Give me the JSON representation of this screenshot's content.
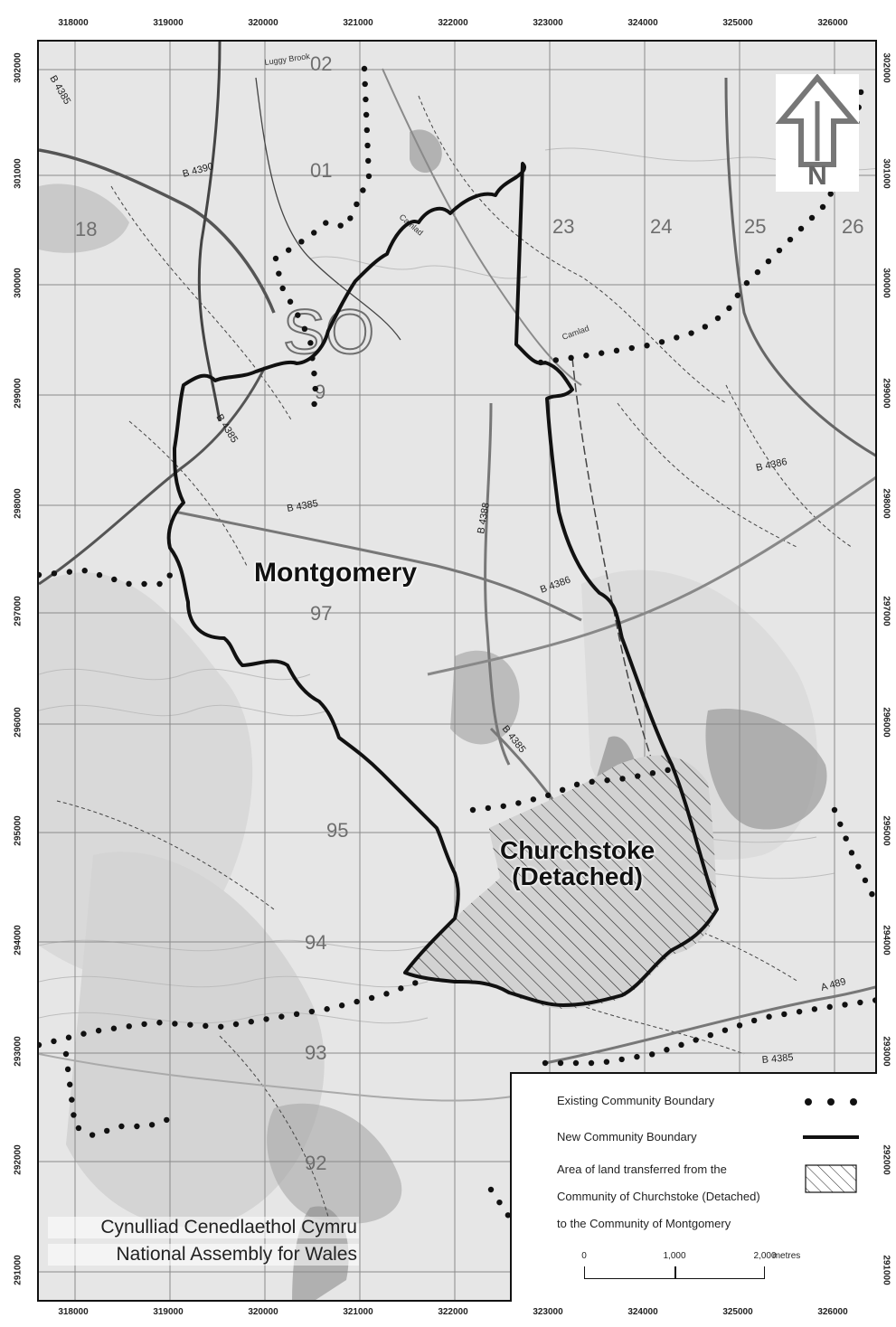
{
  "map": {
    "grid_x_ticks": [
      "318000",
      "319000",
      "320000",
      "321000",
      "322000",
      "323000",
      "324000",
      "325000",
      "326000"
    ],
    "grid_y_ticks": [
      "302000",
      "301000",
      "300000",
      "299000",
      "298000",
      "297000",
      "296000",
      "295000",
      "294000",
      "293000",
      "292000",
      "291000"
    ],
    "grid_square_labels": [
      "02",
      "01",
      "18",
      "23",
      "24",
      "25",
      "26",
      "SO",
      "9",
      "97",
      "95",
      "94",
      "93",
      "92"
    ],
    "road_labels": [
      "B 4385",
      "B 4390",
      "B 4385",
      "B 4385",
      "B 4388",
      "B 4386",
      "B 4386",
      "B 4385",
      "A 489",
      "B 4385"
    ],
    "stream_labels": [
      "Luggy Brook",
      "Camlad",
      "Camlad"
    ]
  },
  "places": {
    "montgomery": "Montgomery",
    "churchstoke": "Churchstoke\n(Detached)"
  },
  "north_arrow": {
    "label": "N"
  },
  "legend": {
    "existing_boundary": "Existing Community Boundary",
    "new_boundary": "New Community Boundary",
    "transfer_line1": "Area of land transferred from the",
    "transfer_line2": "Community of Churchstoke (Detached)",
    "transfer_line3": "to the Community of Montgomery",
    "scale": {
      "zero": "0",
      "mid": "1,000",
      "end": "2,000",
      "unit": "metres"
    }
  },
  "credit": {
    "welsh": "Cynulliad Cenedlaethol Cymru",
    "english": "National Assembly for Wales"
  },
  "colors": {
    "boundary": "#111111",
    "map_background": "#e9e9e9",
    "grid": "#8a8a8a"
  }
}
